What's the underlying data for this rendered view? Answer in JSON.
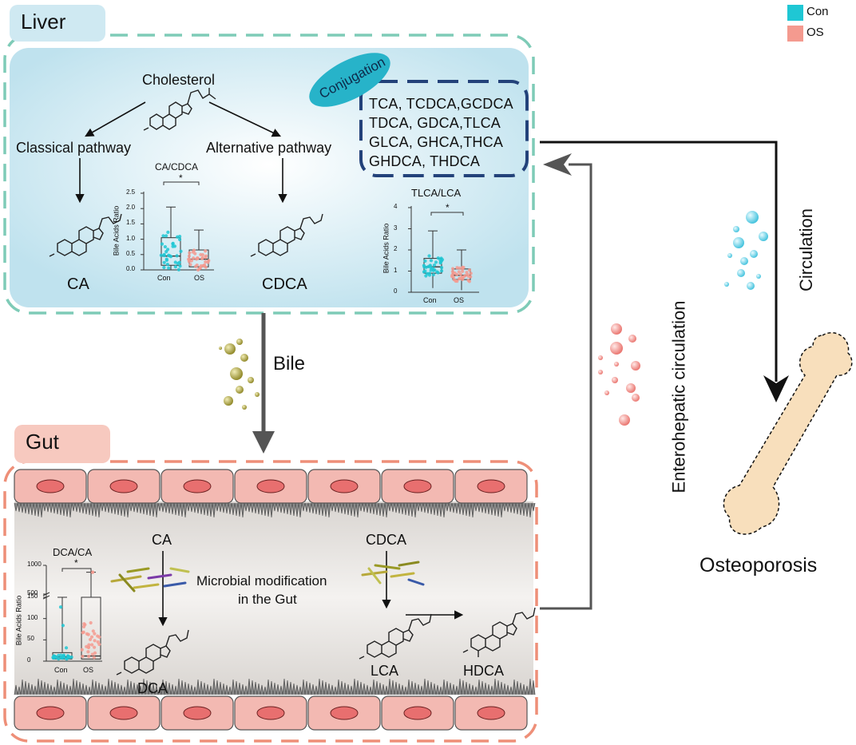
{
  "legend": {
    "items": [
      {
        "label": "Con",
        "color": "#1fc7d4"
      },
      {
        "label": "OS",
        "color": "#f49a8f"
      }
    ]
  },
  "liver": {
    "title": "Liver",
    "cholesterol": "Cholesterol",
    "classical_pathway": "Classical pathway",
    "alternative_pathway": "Alternative pathway",
    "ca": "CA",
    "cdca": "CDCA",
    "conjugation": "Conjugation",
    "conjugates": [
      "TCA, TCDCA,GCDCA",
      "TDCA, GDCA,TLCA",
      "GLCA, GHCA,THCA",
      "GHDCA, THDCA"
    ]
  },
  "bile_label": "Bile",
  "gut": {
    "title": "Gut",
    "ca": "CA",
    "cdca": "CDCA",
    "dca": "DCA",
    "lca": "LCA",
    "hdca": "HDCA",
    "microbial_line1": "Microbial modification",
    "microbial_line2": "in the Gut"
  },
  "circulation": "Circulation",
  "enterohepatic": "Enterohepatic circulation",
  "osteoporosis": "Osteoporosis",
  "colors": {
    "liver_fill": "#cfe8f1",
    "liver_border": "#7ecbb7",
    "gut_border": "#ee8f78",
    "conj_oval": "#27b3c9",
    "conj_border": "#23427a",
    "con": "#1fc7d4",
    "os": "#f49a8f",
    "bone": "#f8dfbc",
    "cell": "#f3b9b2",
    "nucleus": "#e86f6f",
    "arrow_gray": "#555555"
  },
  "chart_data": [
    {
      "type": "box",
      "title": "CA/CDCA",
      "ylabel": "Bile Acids Ratio",
      "categories": [
        "Con",
        "OS"
      ],
      "yticks": [
        "0.0",
        "0.5",
        "1.0",
        "1.5",
        "2.0",
        "2.5"
      ],
      "ylim": [
        0,
        2.5
      ],
      "significance": "*",
      "boxes": [
        {
          "name": "Con",
          "min": 0.0,
          "q1": 0.15,
          "median": 0.45,
          "q3": 1.05,
          "max": 2.05
        },
        {
          "name": "OS",
          "min": 0.0,
          "q1": 0.1,
          "median": 0.35,
          "q3": 0.65,
          "max": 1.3
        }
      ]
    },
    {
      "type": "box",
      "title": "TLCA/LCA",
      "ylabel": "Bile Acids Ratio",
      "categories": [
        "Con",
        "OS"
      ],
      "yticks": [
        "0",
        "1",
        "2",
        "3",
        "4"
      ],
      "ylim": [
        0,
        4
      ],
      "significance": "*",
      "boxes": [
        {
          "name": "Con",
          "min": 0.2,
          "q1": 0.9,
          "median": 1.2,
          "q3": 1.6,
          "max": 2.9
        },
        {
          "name": "OS",
          "min": 0.1,
          "q1": 0.6,
          "median": 0.8,
          "q3": 1.1,
          "max": 2.0
        }
      ]
    },
    {
      "type": "box",
      "title": "DCA/CA",
      "ylabel": "Bile Acids Ratio",
      "categories": [
        "Con",
        "OS"
      ],
      "yticks": [
        "0",
        "50",
        "100",
        "150",
        "500",
        "1000"
      ],
      "ylim": [
        0,
        1000
      ],
      "axis_break": [
        150,
        500
      ],
      "significance": "*",
      "boxes": [
        {
          "name": "Con",
          "min": 0,
          "q1": 5,
          "median": 10,
          "q3": 20,
          "max": 150
        },
        {
          "name": "OS",
          "min": 0,
          "q1": 5,
          "median": 12,
          "q3": 150,
          "max": 880
        }
      ]
    }
  ]
}
